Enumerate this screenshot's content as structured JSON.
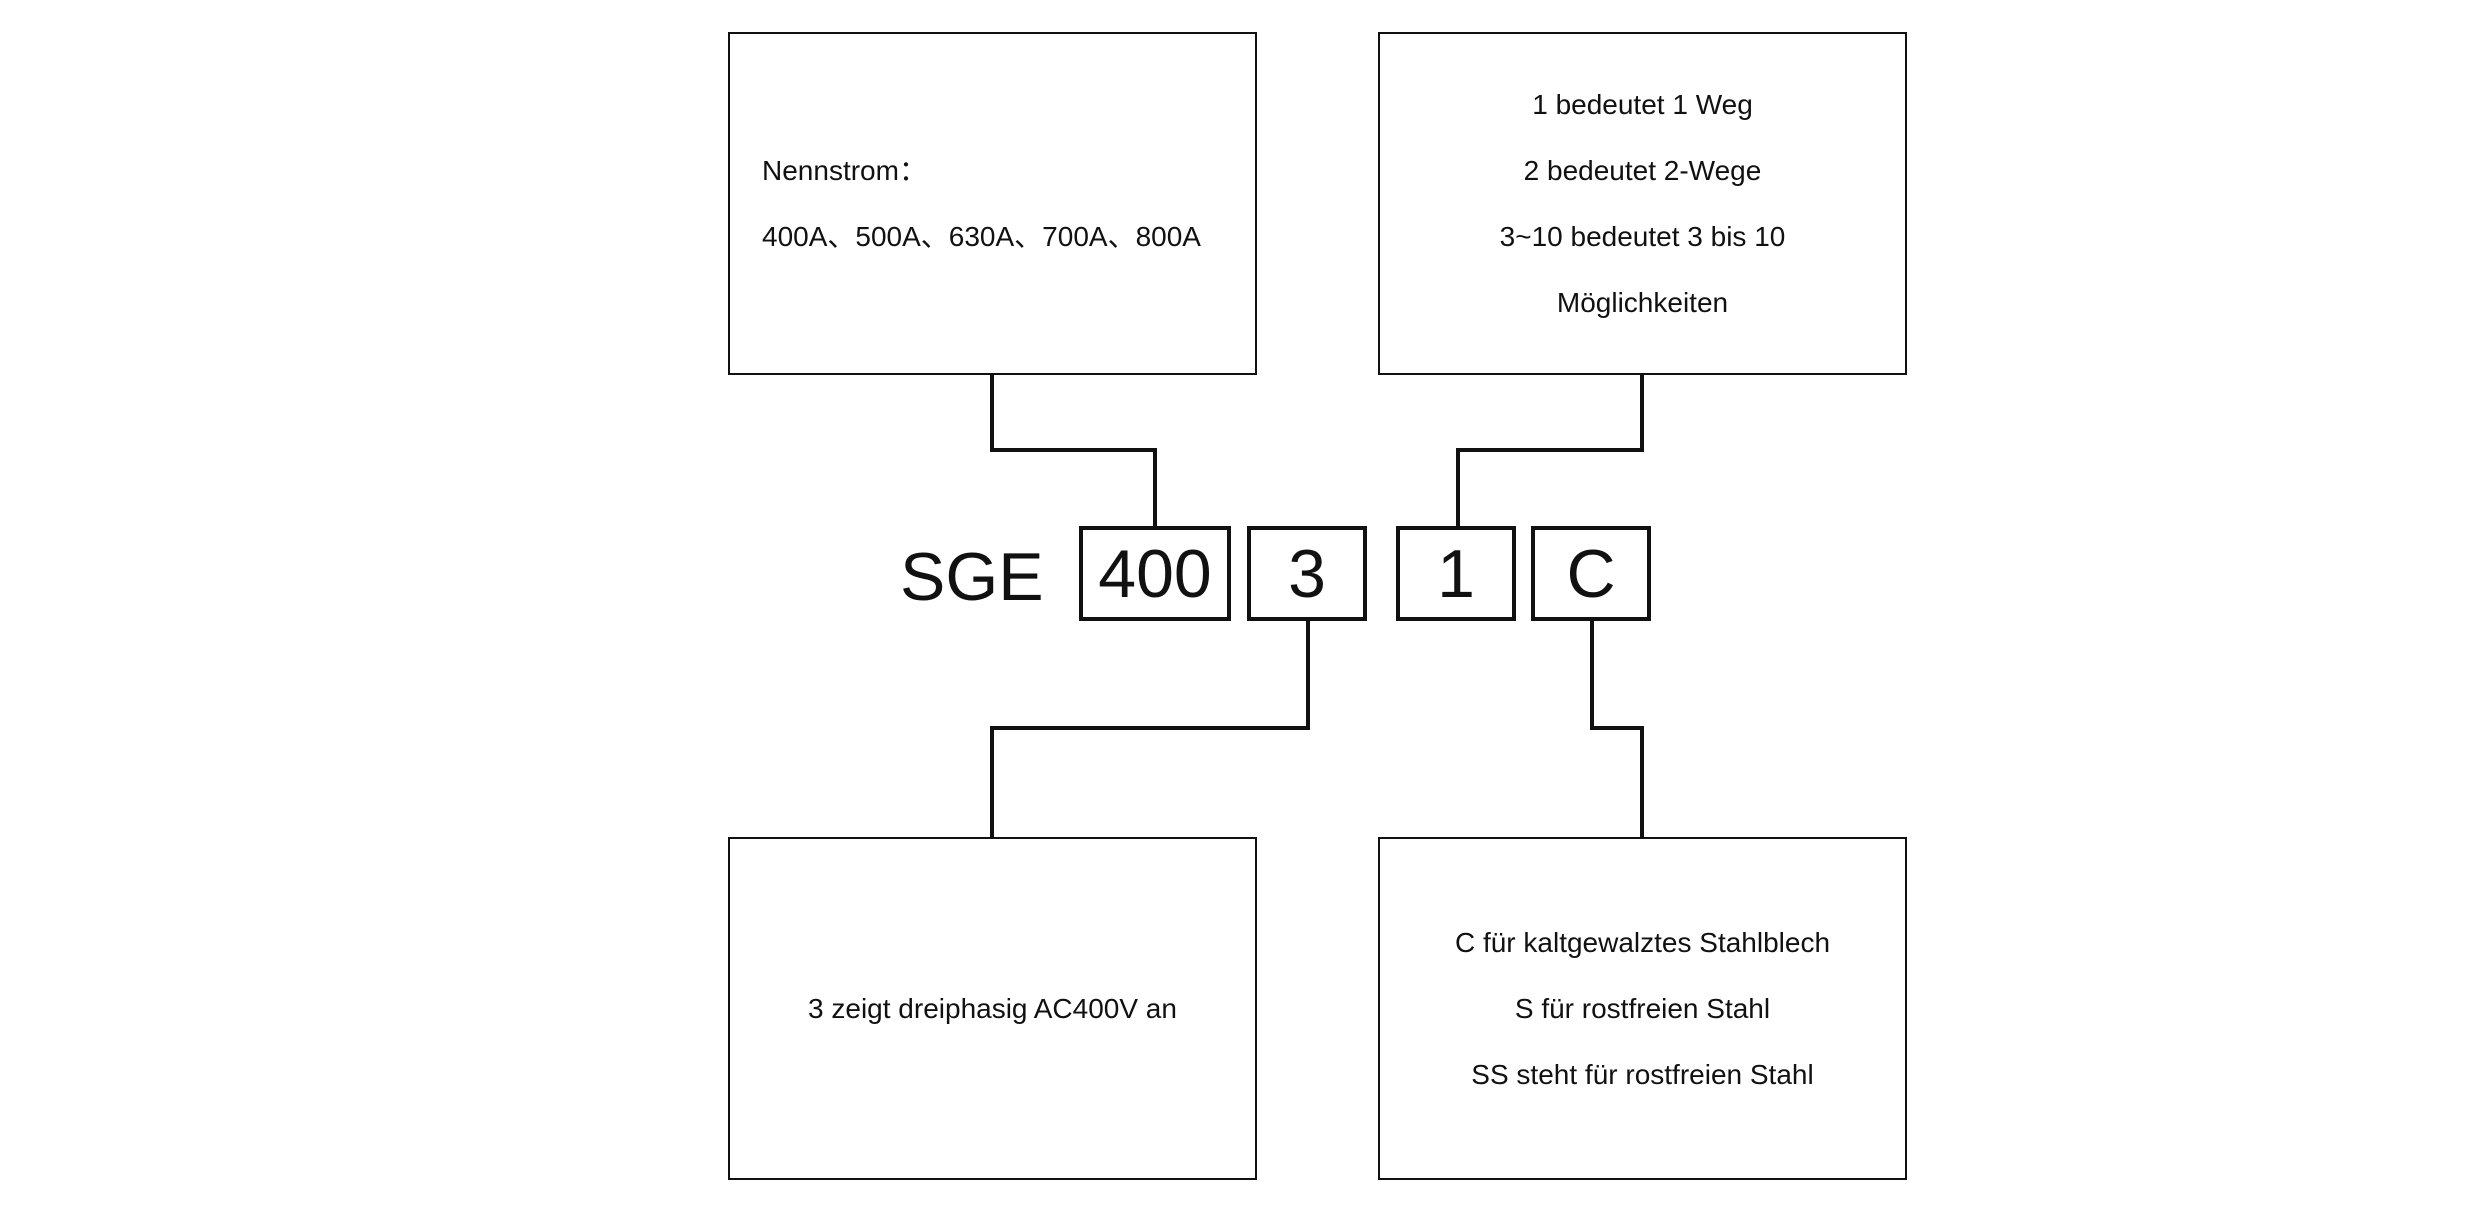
{
  "model": {
    "prefix": "SGE",
    "codes": {
      "current": "400",
      "voltage": "3",
      "ways": "1",
      "material": "C"
    }
  },
  "descriptions": {
    "current": [
      "Nennstrom：",
      "400A、500A、630A、700A、800A"
    ],
    "ways": [
      "1 bedeutet 1 Weg",
      "2 bedeutet 2-Wege",
      "3~10 bedeutet 3 bis 10",
      "Möglichkeiten"
    ],
    "voltage": [
      "3 zeigt dreiphasig AC400V an"
    ],
    "material": [
      "C für kaltgewalztes Stahlblech",
      "S für rostfreien Stahl",
      "SS steht für rostfreien Stahl"
    ]
  }
}
